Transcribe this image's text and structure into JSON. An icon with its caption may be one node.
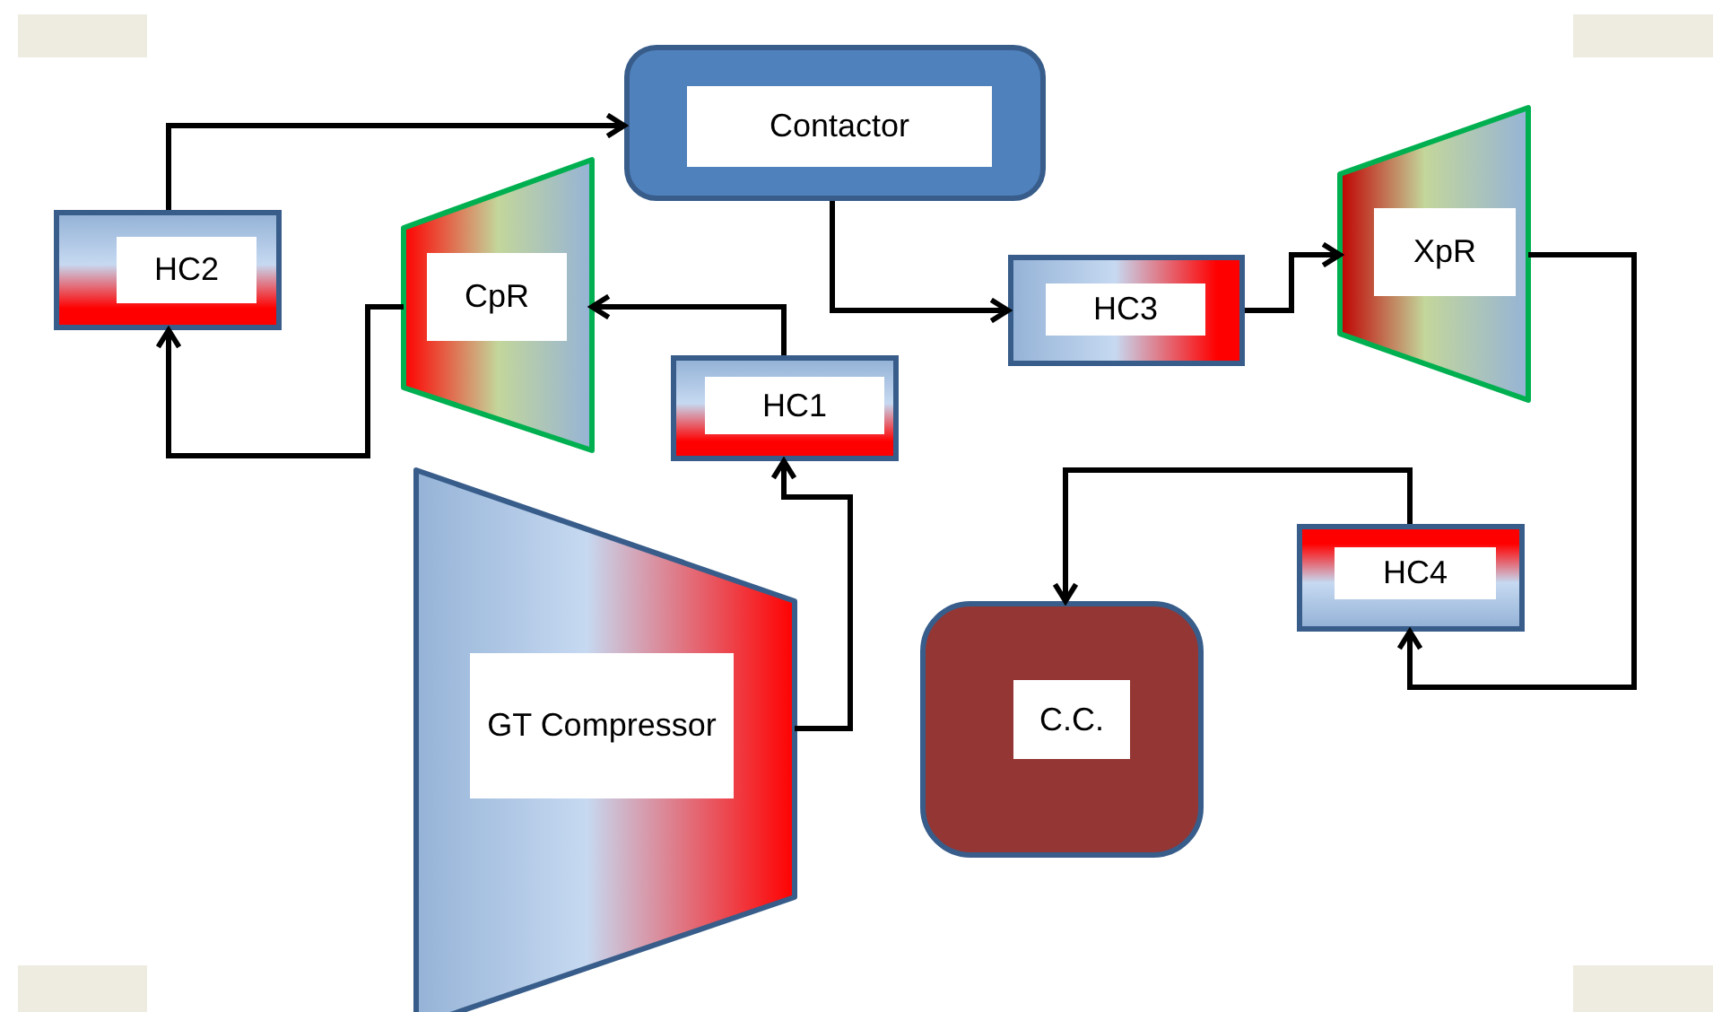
{
  "diagram": {
    "nodes": [
      {
        "text": [
          "Contactor"
        ]
      },
      {
        "text": [
          "HC2"
        ]
      },
      {
        "text": [
          "CpR"
        ]
      },
      {
        "text": [
          "HC1"
        ]
      },
      {
        "text": [
          "HC3"
        ]
      },
      {
        "text": [
          "XpR"
        ]
      },
      {
        "text": [
          "GT Compressor"
        ]
      },
      {
        "text": [
          "HC4"
        ]
      },
      {
        "text": [
          "C.C."
        ]
      }
    ],
    "edges": [
      {
        "from": 1,
        "to": 0,
        "arrow": "to"
      },
      {
        "from": 2,
        "to": 1,
        "arrow": "to"
      },
      {
        "from": 3,
        "to": 2,
        "arrow": "to"
      },
      {
        "from": 6,
        "to": 3,
        "arrow": "to"
      },
      {
        "from": 0,
        "to": 4,
        "arrow": "to"
      },
      {
        "from": 4,
        "to": 5,
        "arrow": "to"
      },
      {
        "from": 5,
        "to": 7,
        "arrow": "to"
      },
      {
        "from": 7,
        "to": 8,
        "arrow": "to"
      }
    ]
  }
}
